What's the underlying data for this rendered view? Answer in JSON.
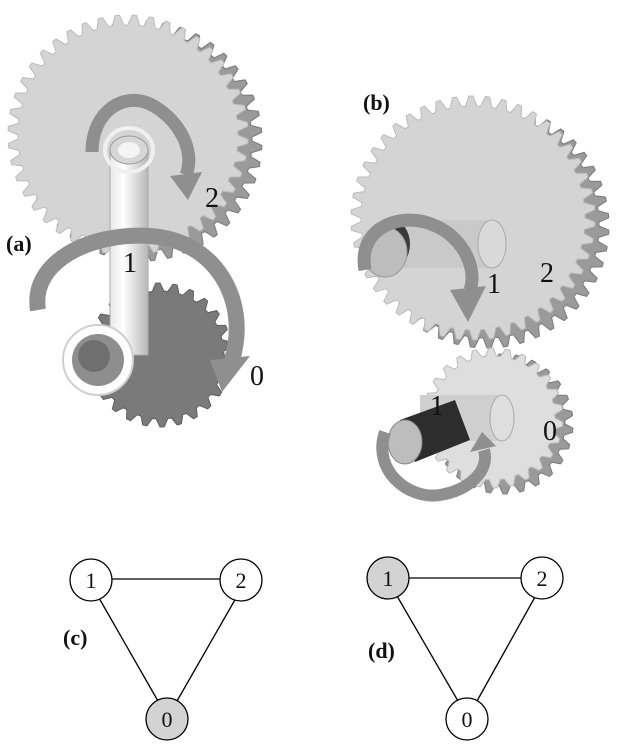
{
  "panels": {
    "a": {
      "label": "(a)",
      "link_label": "1",
      "gear_large_label": "2",
      "gear_small_label": "0"
    },
    "b": {
      "label": "(b)",
      "link_label": "1",
      "gear_large_label": "2",
      "gear_small_label": "0",
      "shaft_label": "1"
    },
    "c": {
      "label": "(c)",
      "nodes": [
        "1",
        "2",
        "0"
      ],
      "highlighted_node": "0"
    },
    "d": {
      "label": "(d)",
      "nodes": [
        "1",
        "2",
        "0"
      ],
      "highlighted_node": "1"
    }
  },
  "colors": {
    "gear_light": "#d4d4d4",
    "gear_side": "#9a9a9a",
    "gear_dark": "#7a7a7a",
    "arrow": "#8f8f8f",
    "node_highlight": "#d3d3d3",
    "node_plain": "#ffffff"
  }
}
